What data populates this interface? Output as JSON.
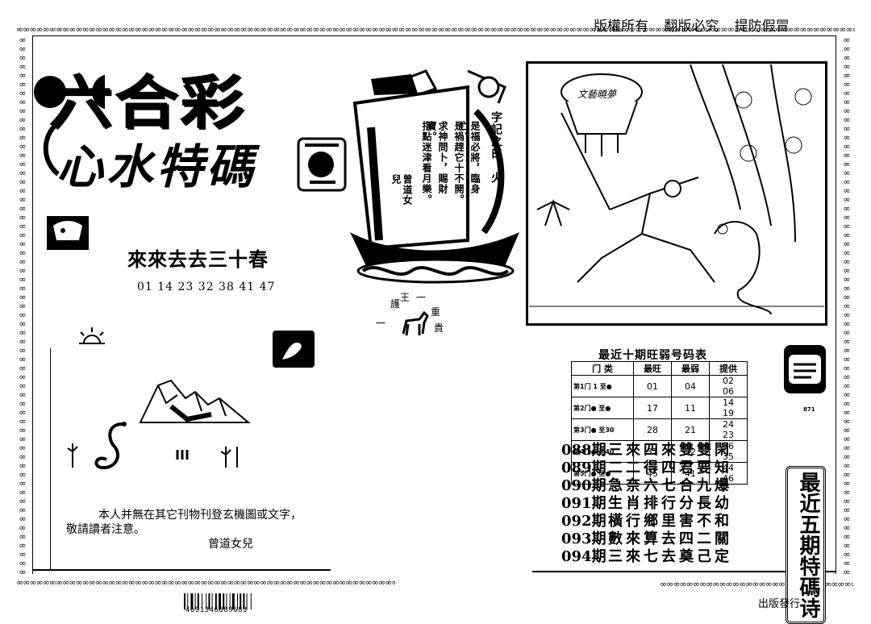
{
  "header": {
    "copyright": "版權所有 翻版必究 提防假冒",
    "title": "六合彩",
    "subtitle": "心水特碼"
  },
  "poem": {
    "title": "來來去去三十春",
    "numbers": "01 14 23 32 38 41 47"
  },
  "sail": {
    "heading": "字記之曰：火",
    "col1": "是福必將，臨身亡。",
    "col2": "是禍趕它十不開。",
    "col3": "求神問卜，賜財寶。",
    "col4": "指點迷津看月樂。",
    "author": "曾道女兒"
  },
  "horse_words": {
    "top": "王",
    "left": "護",
    "right": "重",
    "bottom_right": "貴",
    "bottom_left": "一",
    "top_right": "一"
  },
  "scene": {
    "sign": "文藝曉夢"
  },
  "notice": {
    "line1": "本人并無在其它刊物刊登玄機圖或文字，",
    "line2": "敬請讀者注意。",
    "signature": "曾道女兒"
  },
  "table": {
    "title": "最近十期旺弱号码表",
    "headers": [
      "门 类",
      "最旺",
      "最弱",
      "提供"
    ],
    "rows": [
      {
        "door": "第1门 1 至●",
        "hot": "01",
        "cold": "04",
        "provide": "02 06"
      },
      {
        "door": "第2门● 至●",
        "hot": "17",
        "cold": "11",
        "provide": "14 19"
      },
      {
        "door": "第3门● 至30",
        "hot": "28",
        "cold": "21",
        "provide": "24 23"
      },
      {
        "door": "第4门● 至40",
        "hot": "37",
        "cold": "32",
        "provide": "36 35"
      },
      {
        "door": "第5门● 至●",
        "hot": "45",
        "cold": "41",
        "provide": "44 46"
      }
    ]
  },
  "predictions": [
    {
      "period": "088期",
      "text": "三來四來雙雙閑"
    },
    {
      "period": "089期",
      "text": "二二得四君要知"
    },
    {
      "period": "090期",
      "text": "急奈六七合九爆"
    },
    {
      "period": "091期",
      "text": "生肖排行分長幼"
    },
    {
      "period": "092期",
      "text": "橫行鄉里害不和"
    },
    {
      "period": "093期",
      "text": "數來算去四二關"
    },
    {
      "period": "094期",
      "text": "三來七去奠己定"
    }
  ],
  "side_banner": "最近五期特碼诗",
  "code_small": "871",
  "footer": {
    "barcode_digits": "4691346889683",
    "publisher": "出版發行"
  }
}
